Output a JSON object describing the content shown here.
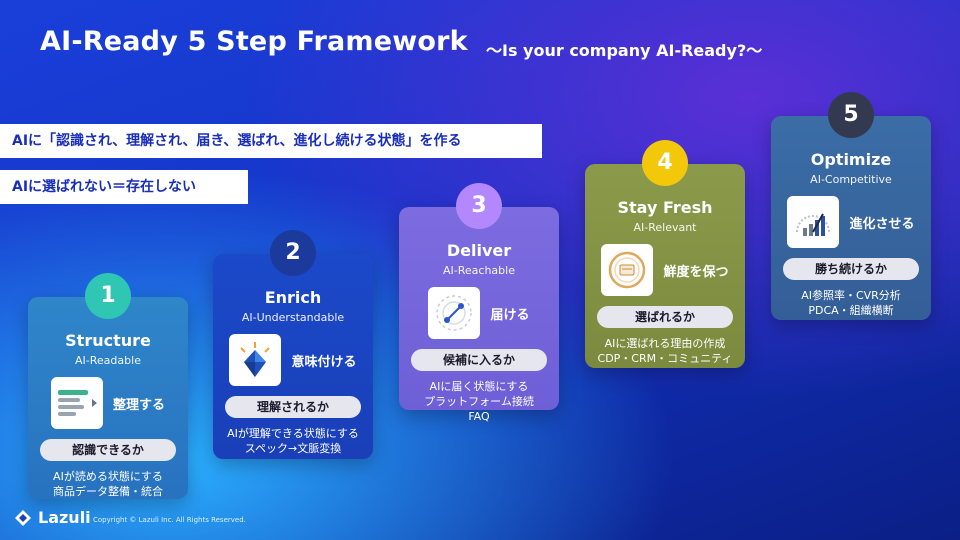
{
  "header": {
    "title": "AI-Ready 5 Step Framework",
    "subtitle": "〜Is your company AI-Ready?〜"
  },
  "banners": [
    "AIに「認識され、理解され、届き、選ばれ、進化し続ける状態」を作る",
    "AIに選ばれない＝存在しない"
  ],
  "steps": [
    {
      "number": "1",
      "title": "Structure",
      "subtitle": "AI-Readable",
      "icon": "structured-list-icon",
      "feature": "整理する",
      "question": "認識できるか",
      "desc1": "AIが読める状態にする",
      "desc2": "商品データ整備・統合",
      "desc3": ""
    },
    {
      "number": "2",
      "title": "Enrich",
      "subtitle": "AI-Understandable",
      "icon": "crystal-icon",
      "feature": "意味付ける",
      "question": "理解されるか",
      "desc1": "AIが理解できる状態にする",
      "desc2": "スペック→文脈変換",
      "desc3": ""
    },
    {
      "number": "3",
      "title": "Deliver",
      "subtitle": "AI-Reachable",
      "icon": "signal-icon",
      "feature": "届ける",
      "question": "候補に入るか",
      "desc1": "AIに届く状態にする",
      "desc2": "プラットフォーム接続",
      "desc3": "FAQ"
    },
    {
      "number": "4",
      "title": "Stay Fresh",
      "subtitle": "AI-Relevant",
      "icon": "freshness-icon",
      "feature": "鮮度を保つ",
      "question": "選ばれるか",
      "desc1": "AIに選ばれる理由の作成",
      "desc2": "CDP・CRM・コミュニティ",
      "desc3": ""
    },
    {
      "number": "5",
      "title": "Optimize",
      "subtitle": "AI-Competitive",
      "icon": "gauge-icon",
      "feature": "進化させる",
      "question": "勝ち続けるか",
      "desc1": "AI参照率・CVR分析",
      "desc2": "PDCA・組織横断",
      "desc3": ""
    }
  ],
  "footer": {
    "logo": "Lazuli",
    "copyright": "Copyright © Lazuli Inc. All Rights Reserved."
  }
}
